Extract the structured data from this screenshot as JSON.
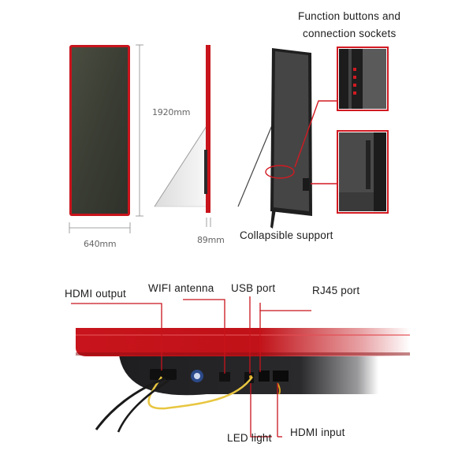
{
  "top": {
    "callout_function": {
      "line1": "Function buttons and",
      "line2": "connection sockets"
    },
    "height_dim": "1920mm",
    "width_dim": "640mm",
    "depth_dim": "89mm",
    "support_label": "Collapsible support"
  },
  "bottom": {
    "hdmi_output": "HDMI output",
    "wifi_antenna": "WIFI antenna",
    "usb_port": "USB port",
    "rj45_port": "RJ45 port",
    "led_light": "LED light",
    "hdmi_input": "HDMI input"
  },
  "colors": {
    "frame_red": "#c8141c",
    "screen_dark": "#3a3d33",
    "callout_red": "#d21a22"
  }
}
